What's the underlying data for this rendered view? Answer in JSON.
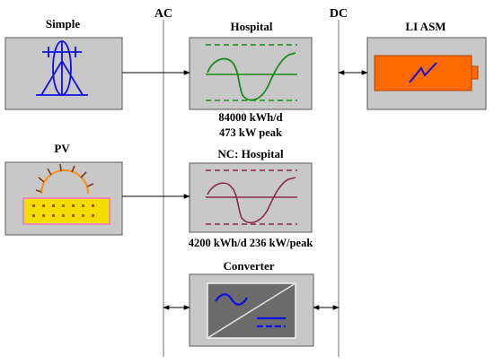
{
  "buses": {
    "ac_label": "AC",
    "dc_label": "DC"
  },
  "components": {
    "simple": {
      "label": "Simple",
      "icon": "generator-icon"
    },
    "pv": {
      "label": "PV",
      "icon": "solar-panel-icon"
    },
    "hospital": {
      "label": "Hospital",
      "icon": "load-profile-icon",
      "energy": "84000 kWh/d",
      "peak": "473 kW peak"
    },
    "nc_hospital": {
      "label": "NC: Hospital",
      "icon": "load-profile-icon",
      "info": "4200 kWh/d 236 kW/peak"
    },
    "converter": {
      "label": "Converter",
      "icon": "ac-dc-converter-icon"
    },
    "li_asm": {
      "label": "LI ASM",
      "icon": "battery-icon"
    }
  },
  "colors": {
    "box_fill": "#c8c8c8",
    "generator_blue": "#1010e0",
    "load_green": "#1a8a1a",
    "nc_load_maroon": "#8b2a4a",
    "battery_orange": "#ff6a00",
    "pv_panel_yellow": "#f5dd00",
    "sun_orange": "#ff8c1a",
    "converter_dark": "#6b6b6b"
  }
}
